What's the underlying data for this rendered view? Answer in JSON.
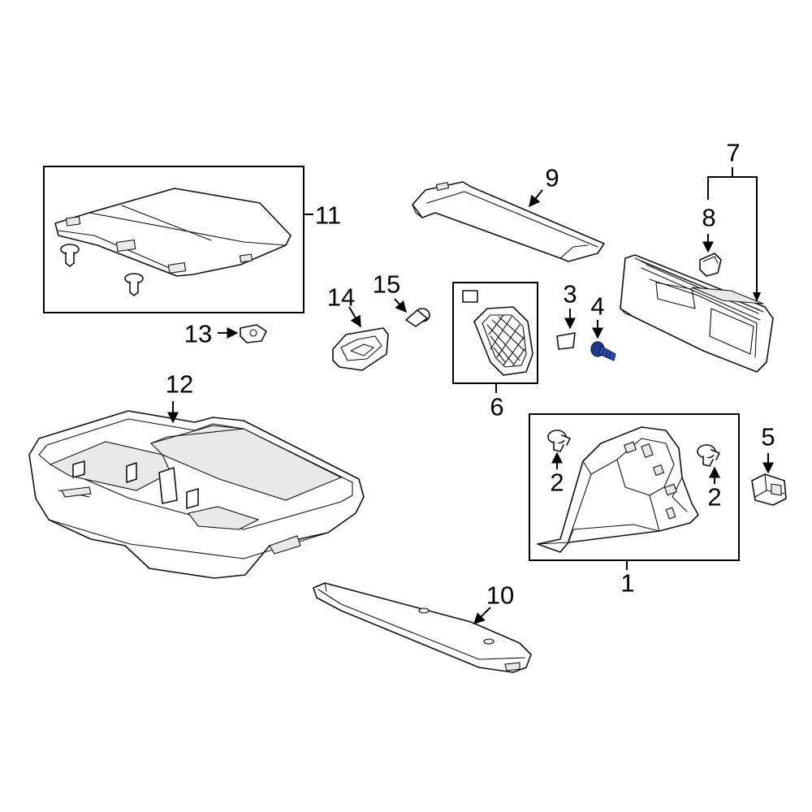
{
  "colors": {
    "line": "#111111",
    "background": "#ffffff",
    "highlight_part": "#1f3a8a"
  },
  "callouts": [
    {
      "id": "1",
      "text": "1"
    },
    {
      "id": "2a",
      "text": "2"
    },
    {
      "id": "2b",
      "text": "2"
    },
    {
      "id": "3",
      "text": "3"
    },
    {
      "id": "4",
      "text": "4"
    },
    {
      "id": "5",
      "text": "5"
    },
    {
      "id": "6",
      "text": "6"
    },
    {
      "id": "7",
      "text": "7"
    },
    {
      "id": "8",
      "text": "8"
    },
    {
      "id": "9",
      "text": "9"
    },
    {
      "id": "10",
      "text": "10"
    },
    {
      "id": "11",
      "text": "11"
    },
    {
      "id": "12",
      "text": "12"
    },
    {
      "id": "13",
      "text": "13"
    },
    {
      "id": "14",
      "text": "14"
    },
    {
      "id": "15",
      "text": "15"
    }
  ]
}
